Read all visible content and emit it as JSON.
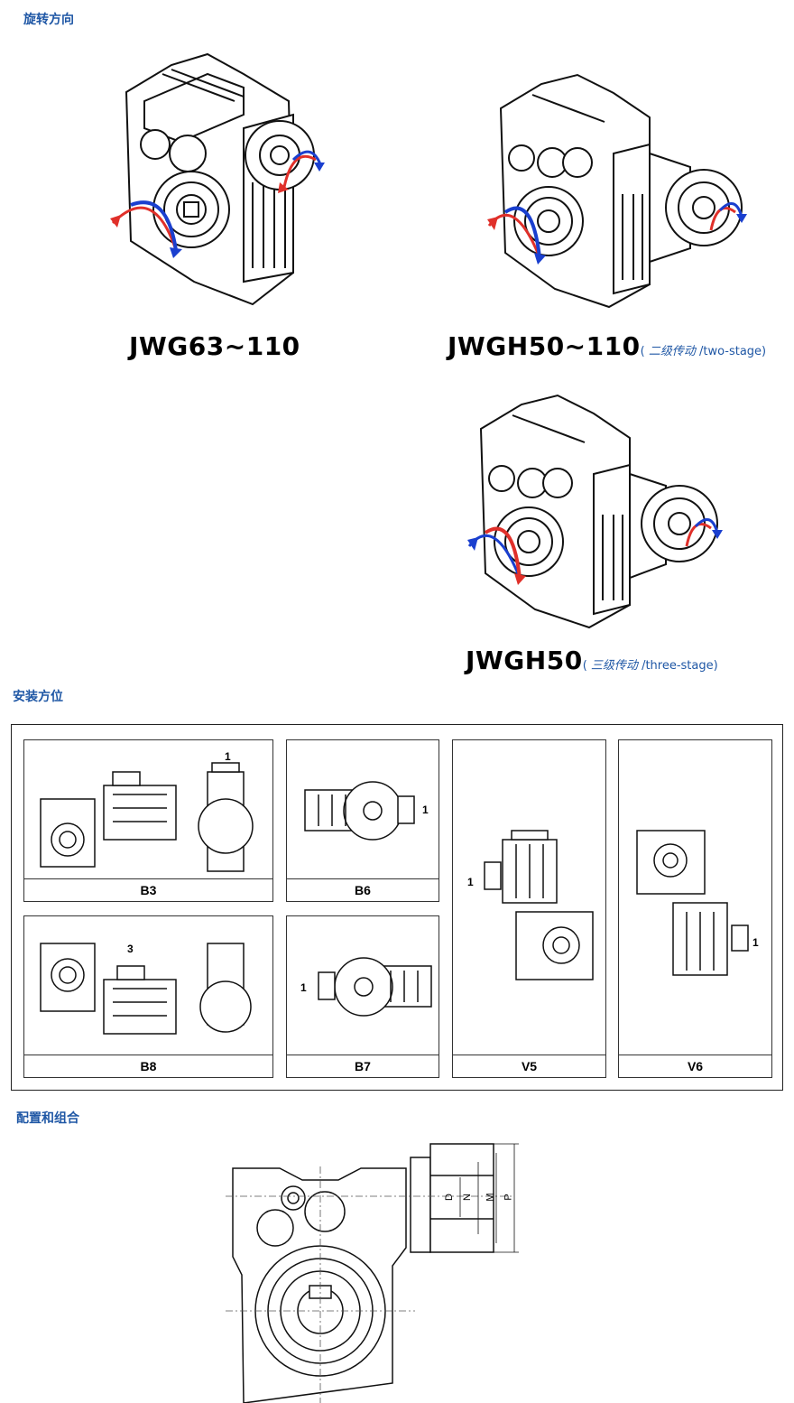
{
  "sections": {
    "rotation": "旋转方向",
    "mounting": "安装方位",
    "config": "配置和组合"
  },
  "models": {
    "m1": {
      "name": "JWG63~110"
    },
    "m2": {
      "name": "JWGH50~110",
      "paren_open": "(",
      "cn": "二级传动",
      "en": "/two-stage)"
    },
    "m3": {
      "name": "JWGH50",
      "paren_open": "(",
      "cn": "三级传动",
      "en": "/three-stage)"
    }
  },
  "mounting": {
    "b3": {
      "label": "B3",
      "num": "1"
    },
    "b6": {
      "label": "B6",
      "num": "1"
    },
    "v5": {
      "label": "V5",
      "num": "1"
    },
    "v6": {
      "label": "V6",
      "num": "1"
    },
    "b8": {
      "label": "B8",
      "num": "3"
    },
    "b7": {
      "label": "B7",
      "num": "1"
    }
  },
  "dims": {
    "d": "D",
    "n": "N",
    "m": "M",
    "p": "P"
  },
  "colors": {
    "accent": "#1f57a5",
    "arrow_red": "#e0302a",
    "arrow_blue": "#1a3fcf"
  }
}
